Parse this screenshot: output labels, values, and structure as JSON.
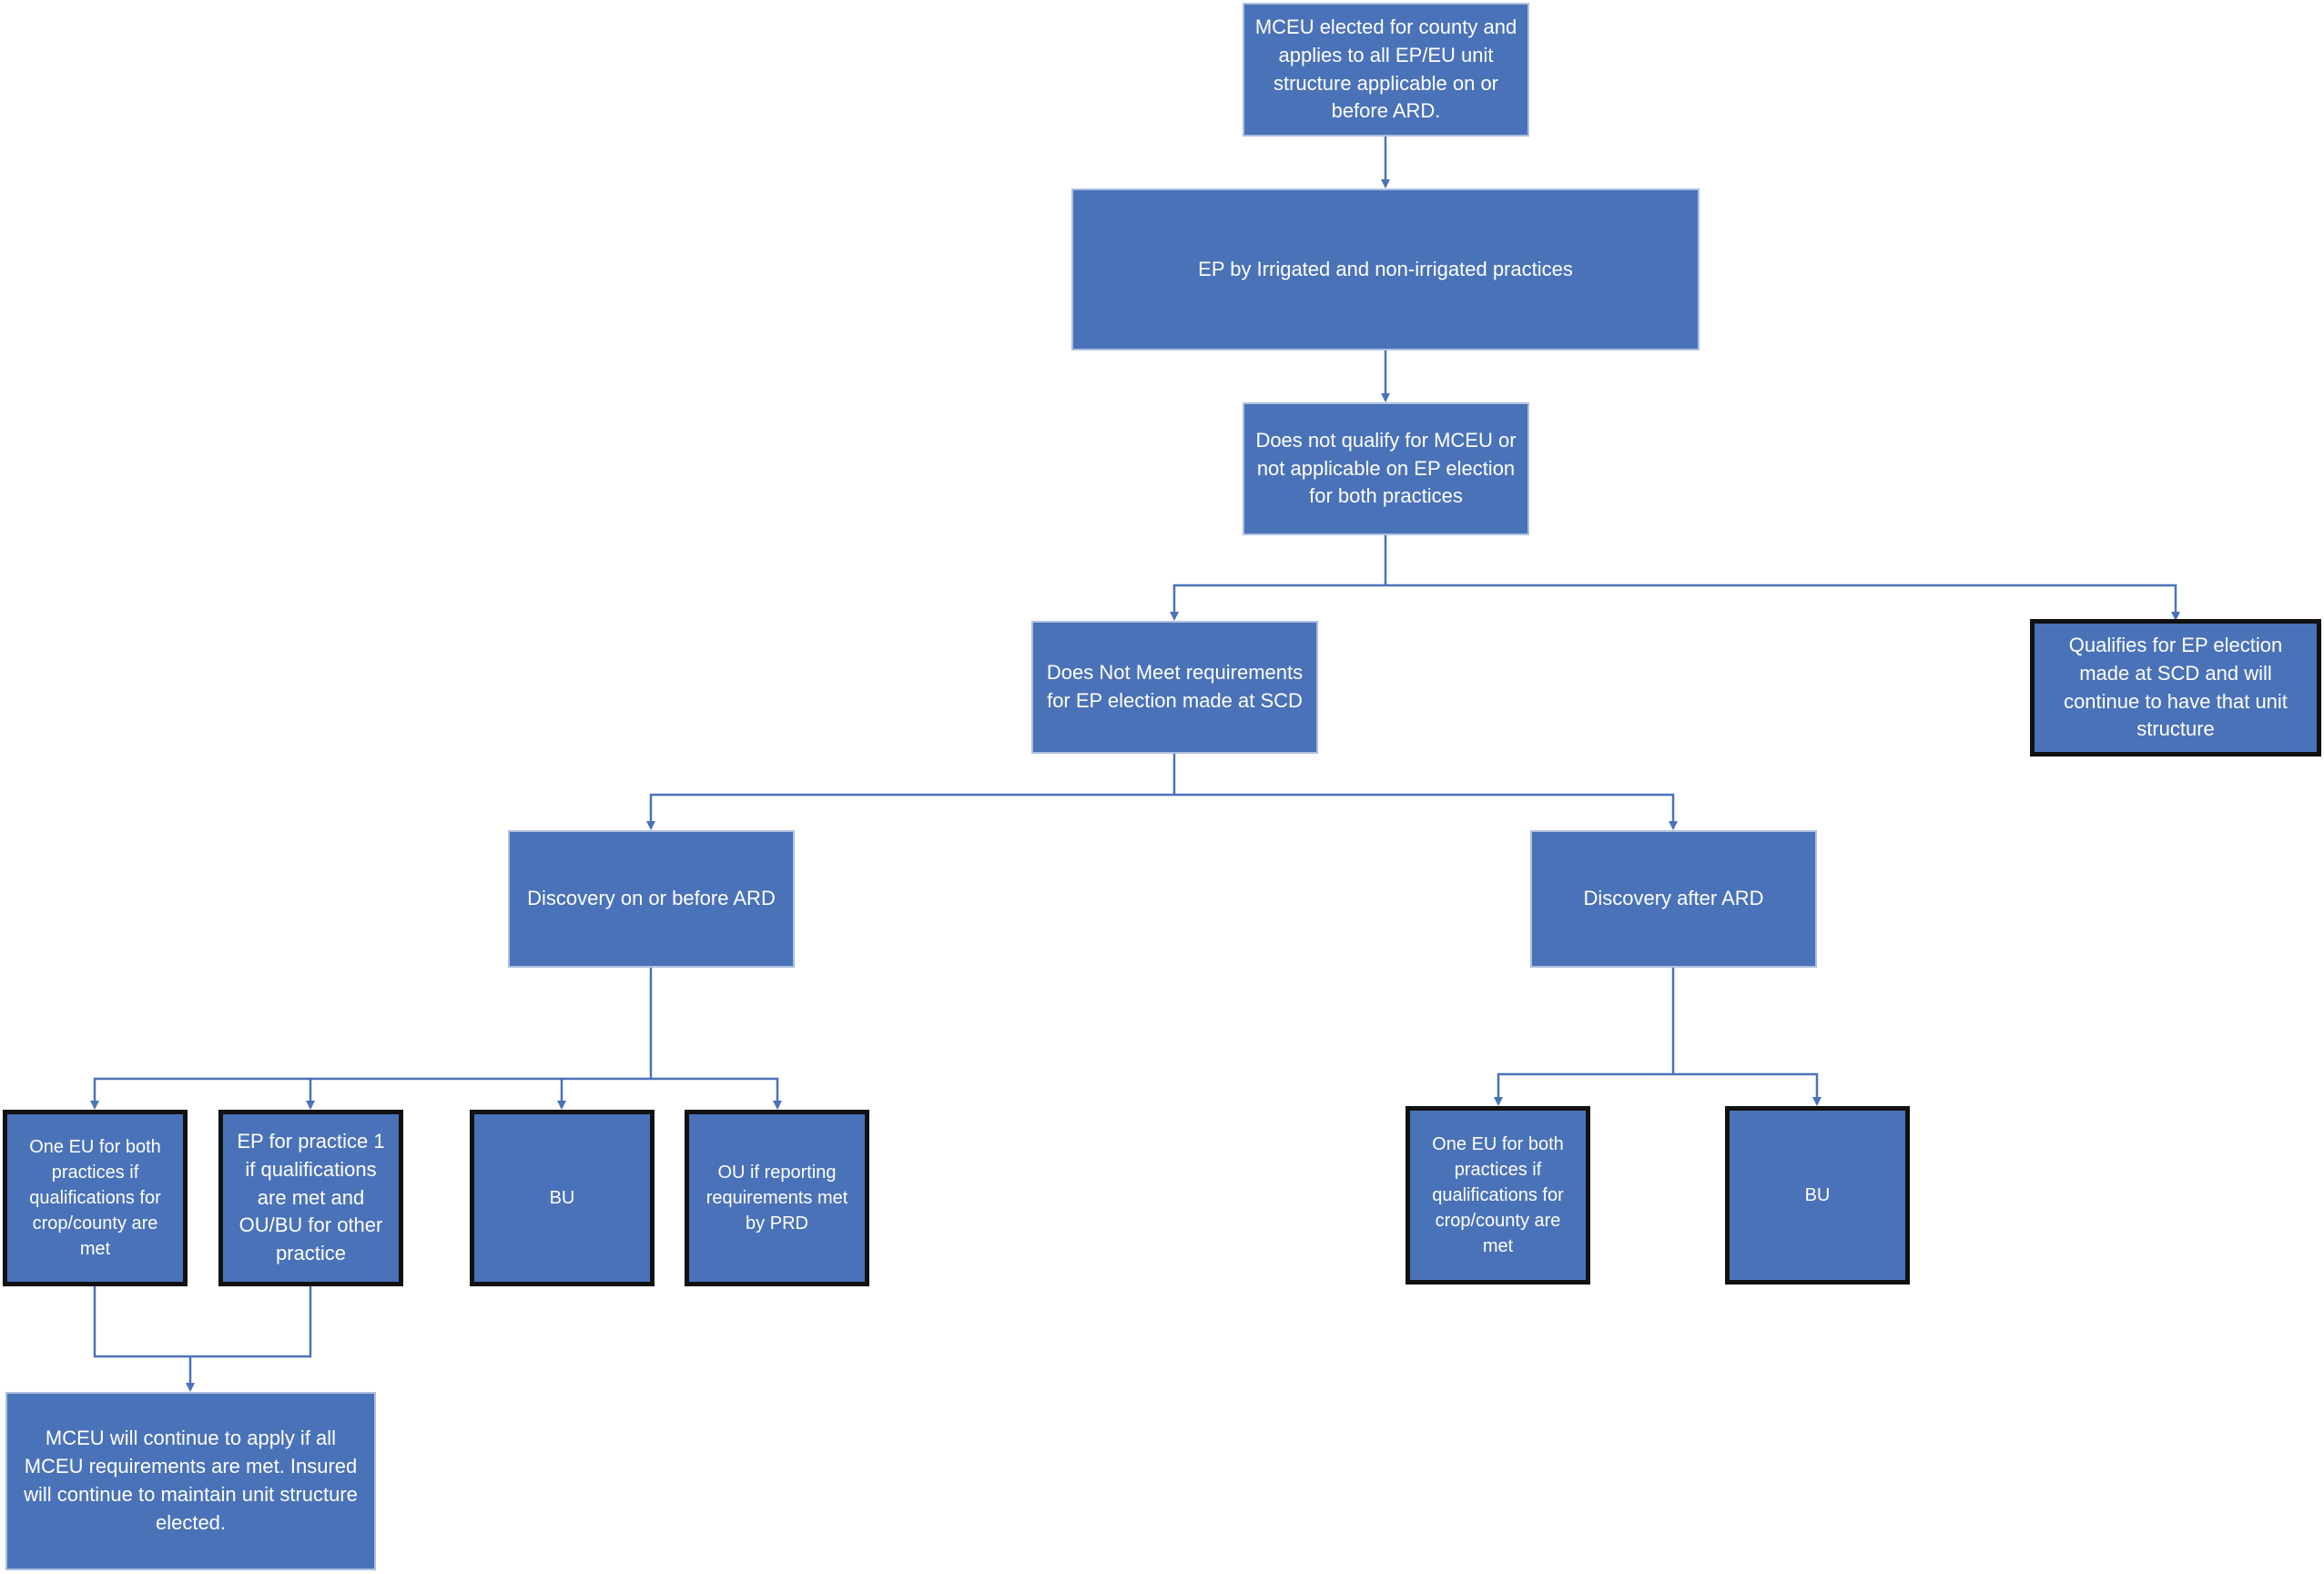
{
  "colors": {
    "box_fill": "#4a72b8",
    "connector": "#4a72b8",
    "thick_border": "#111111",
    "text": "#ffffff"
  },
  "nodes": {
    "mceu_elected": "MCEU elected for county and applies to all EP/EU unit structure applicable on or before ARD.",
    "ep_practices": "EP by Irrigated and non-irrigated practices",
    "not_qualify": "Does not qualify for MCEU or not applicable on EP election for both practices",
    "not_meet": "Does Not Meet requirements for EP election made at SCD",
    "qualifies": "Qualifies for EP election made at SCD and will continue to have that unit structure",
    "discovery_before": "Discovery on or before ARD",
    "discovery_after": "Discovery after ARD",
    "one_eu_left": "One EU for both practices if qualifications for crop/county are met",
    "ep_practice1": "EP for practice 1 if qualifications are met and OU/BU for other practice",
    "bu_left": "BU",
    "ou_reporting": "OU if reporting requirements met by PRD",
    "one_eu_right": "One EU for both practices if qualifications for crop/county are met",
    "bu_right": "BU",
    "mceu_continue": "MCEU will continue to apply if all MCEU requirements are met. Insured will continue to maintain unit structure elected."
  }
}
